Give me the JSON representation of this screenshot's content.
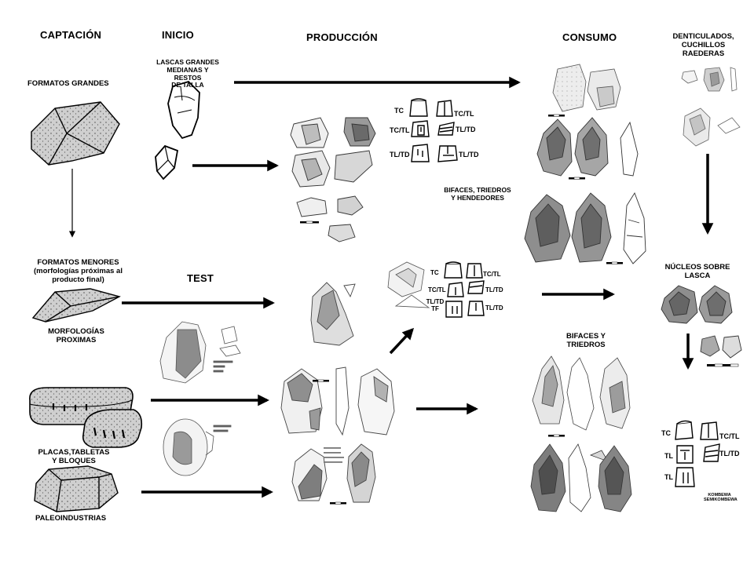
{
  "headers": {
    "captacion": "CAPTACIÓN",
    "inicio": "INICIO",
    "produccion": "PRODUCCIÓN",
    "consumo": "CONSUMO"
  },
  "labels": {
    "formatos_grandes": "FORMATOS GRANDES",
    "lascas_grandes": "LASCAS GRANDES\nMEDIANAS Y RESTOS\nDE TALLA",
    "formatos_menores": "FORMATOS MENORES\n(morfologías próximas al\nproducto final)",
    "test": "TEST",
    "morfologias": "MORFOLOGÍAS\nPROXIMAS",
    "placas": "PLACAS,TABLETAS\nY BLOQUES",
    "paleoindustrias": "PALEOINDUSTRIAS",
    "bifaces_triedros_hendedores": "BIFACES, TRIEDROS\nY HENDEDORES",
    "bifaces_triedros": "BIFACES Y\nTRIEDROS",
    "denticulados": "DENTICULADOS,\nCUCHILLOS\nRAEDERAS",
    "nucleos": "NÚCLEOS SOBRE\nLASCA",
    "kombewa": "KOMBEWA\nSEMIKOMBEWA"
  },
  "schemes": {
    "top": {
      "tc": "TC",
      "tc_tl": "TC/TL",
      "tc_tl2": "TC/TL",
      "tl_td": "TL/TD",
      "tl_td2": "TL/TD",
      "tl_td3": "TL/TD"
    },
    "mid": {
      "tc": "TC",
      "tc_tl": "TC/TL",
      "tc_tl2": "TC/TL",
      "tl_td": "TL/TD",
      "tl_td_tf": "TL/TD\nTF",
      "tl_td2": "TL/TD"
    },
    "right": {
      "tc": "TC",
      "tc_tl": "TC/TL",
      "tl": "TL",
      "tl_td": "TL/TD",
      "tl2": "TL"
    }
  },
  "colors": {
    "ink": "#000000",
    "stone_gray": "#c9c9c9",
    "dark_flake": "#6e6e6e",
    "light_flake": "#e2e2e2"
  }
}
